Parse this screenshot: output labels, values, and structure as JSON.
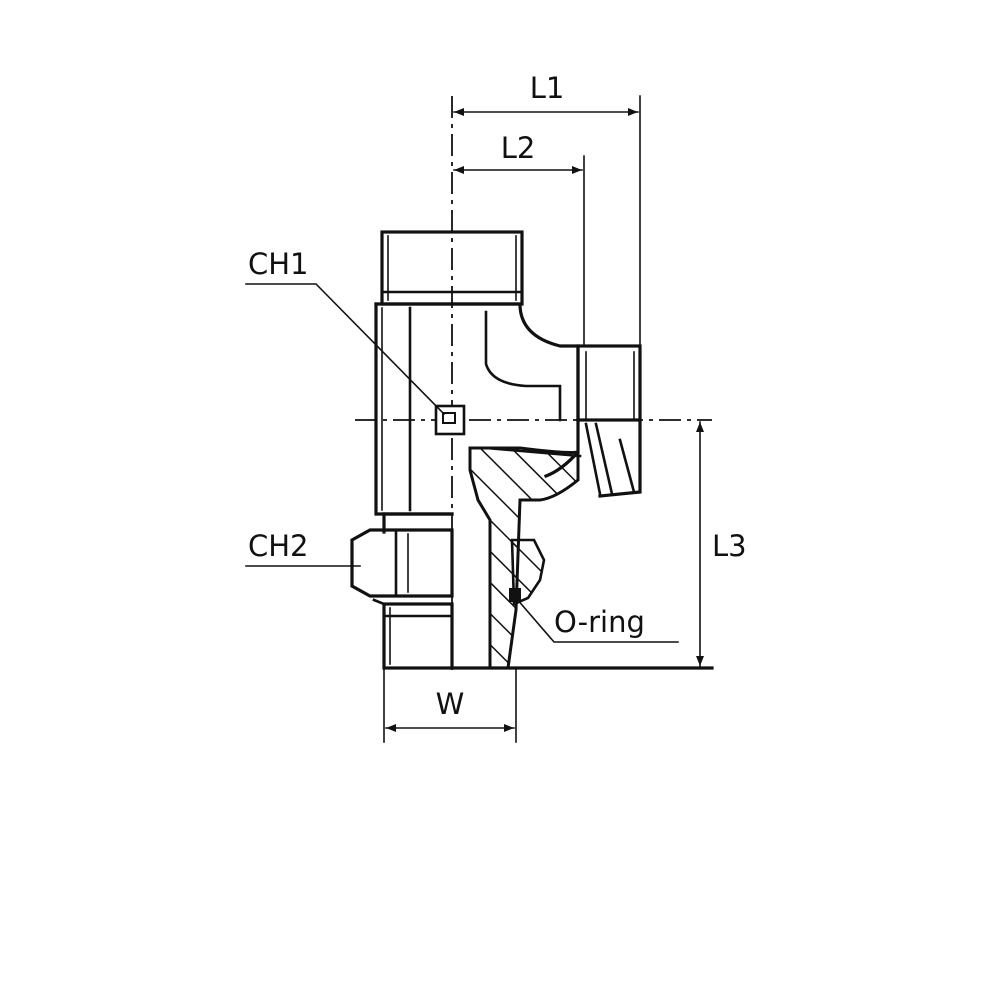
{
  "labels": {
    "l1": "L1",
    "l2": "L2",
    "l3": "L3",
    "w": "W",
    "ch1": "CH1",
    "ch2": "CH2",
    "oring": "O-ring"
  }
}
